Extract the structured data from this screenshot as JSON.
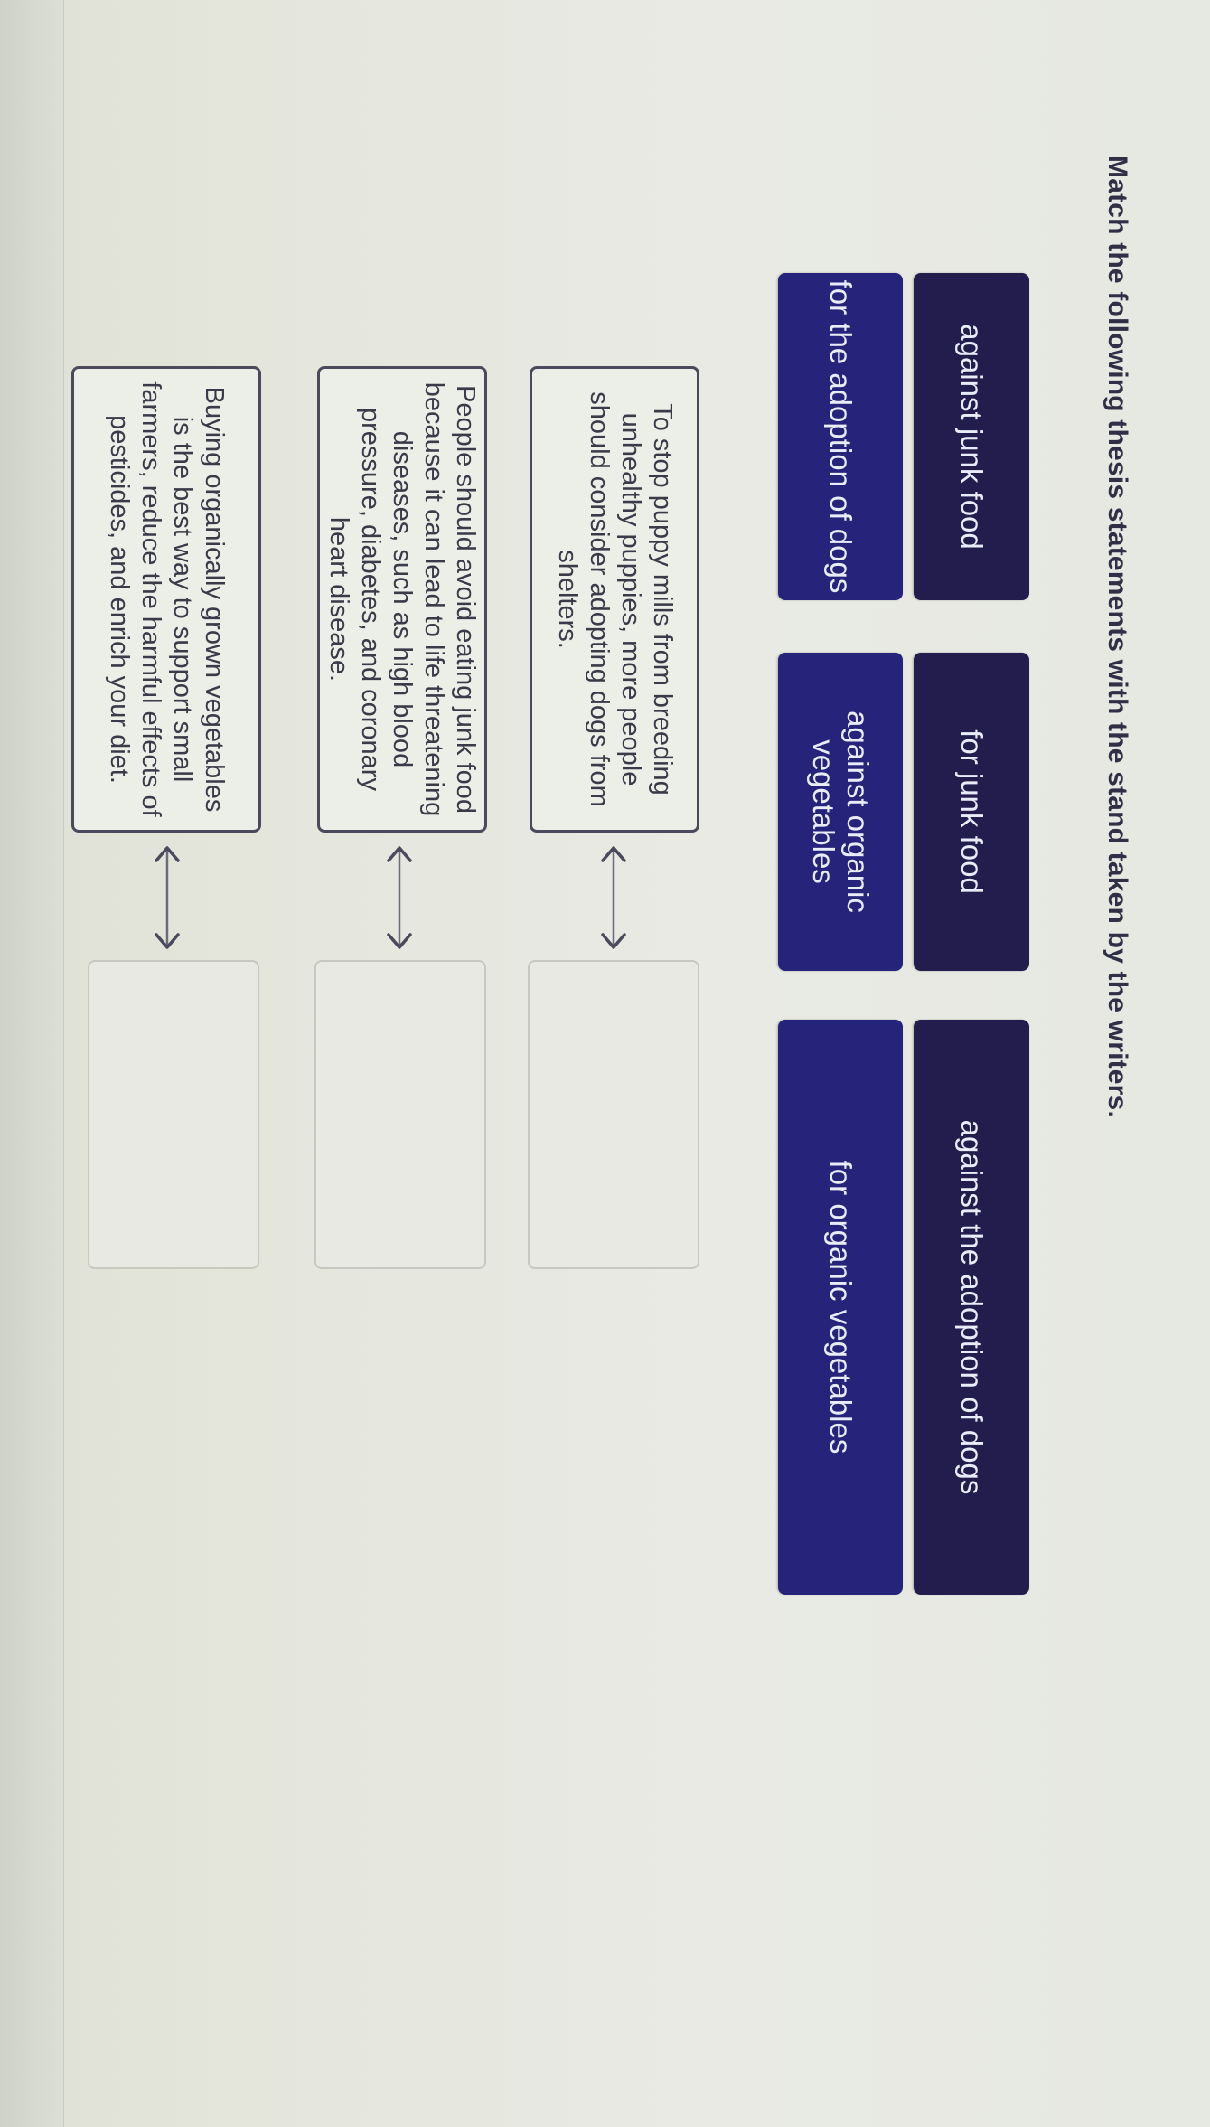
{
  "instructions": "Match the following thesis statements with the stand taken by the writers.",
  "colors": {
    "tile_row1": "#221d4d",
    "tile_row2": "#26247a",
    "tile_text": "#e8ecf6",
    "statement_border": "#4a4a5c",
    "target_border": "#c7c9c1",
    "background": "#e8eae4"
  },
  "tiles": [
    {
      "label": "against junk food"
    },
    {
      "label": "for junk food"
    },
    {
      "label": "against the adoption of dogs"
    },
    {
      "label": "for the adoption of dogs"
    },
    {
      "label": "against organic vegetables"
    },
    {
      "label": "for organic vegetables"
    }
  ],
  "pairs": [
    {
      "statement": "To stop puppy mills from breeding unhealthy puppies, more people should consider adopting dogs from shelters.",
      "arrow_icon": "double-arrow-icon",
      "target_value": ""
    },
    {
      "statement": "People should avoid eating junk food because it can lead to life threatening diseases, such as high blood pressure, diabetes, and coronary heart disease.",
      "arrow_icon": "double-arrow-icon",
      "target_value": ""
    },
    {
      "statement": "Buying organically grown vegetables is the best way to support small farmers, reduce the harmful effects of pesticides, and enrich your diet.",
      "arrow_icon": "double-arrow-icon",
      "target_value": ""
    }
  ]
}
